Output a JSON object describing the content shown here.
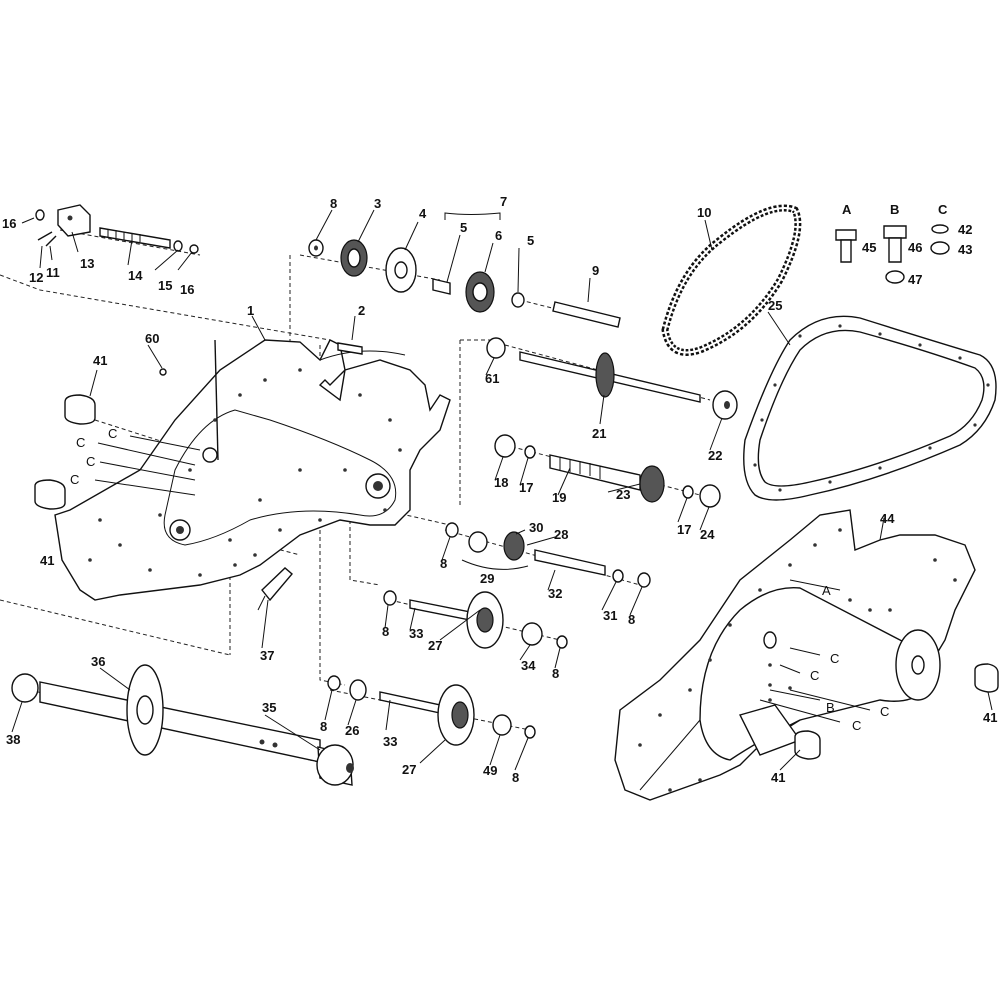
{
  "callouts": [
    "16",
    "11",
    "12",
    "13",
    "14",
    "15",
    "16",
    "8",
    "3",
    "4",
    "5",
    "6",
    "5",
    "7",
    "9",
    "10",
    "2",
    "1",
    "60",
    "41",
    "41",
    "61",
    "21",
    "22",
    "18",
    "17",
    "19",
    "23",
    "17",
    "24",
    "8",
    "30",
    "28",
    "29",
    "32",
    "31",
    "8",
    "8",
    "33",
    "27",
    "34",
    "8",
    "37",
    "36",
    "38",
    "35",
    "8",
    "26",
    "33",
    "27",
    "49",
    "8",
    "25",
    "44",
    "41",
    "41"
  ],
  "fastener_groups": [
    "A",
    "B",
    "C"
  ],
  "fastener_labels": [
    "45",
    "46",
    "47",
    "42",
    "43"
  ],
  "ref_arrows_left": [
    "C",
    "C",
    "C",
    "C"
  ],
  "ref_arrows_right": [
    "A",
    "C",
    "C",
    "B",
    "C",
    "C"
  ]
}
